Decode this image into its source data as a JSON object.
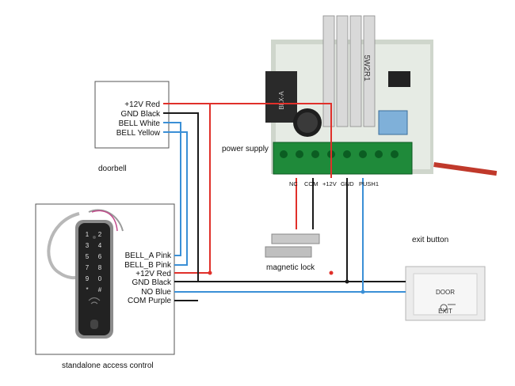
{
  "doorbell": {
    "title": "doorbell",
    "terminals": [
      "+12V  Red",
      "GND  Black",
      "BELL  White",
      "BELL  Yellow"
    ]
  },
  "power_supply": {
    "title": "power supply",
    "terminals": [
      "NC",
      "COM",
      "+12V",
      "GND",
      "PUSH1"
    ],
    "board_text": "5W2R1"
  },
  "access_control": {
    "title": "standalone access control",
    "terminals": [
      "BELL_A  Pink",
      "BELL_B  Pink",
      "+12V  Red",
      "GND  Black",
      "NO  Blue",
      "COM  Purple"
    ],
    "keys": [
      "1",
      "2",
      "3",
      "4",
      "5",
      "6",
      "7",
      "8",
      "9",
      "*",
      "0",
      "#"
    ]
  },
  "magnetic_lock": {
    "title": "magnetic lock"
  },
  "exit_button": {
    "title": "exit button",
    "face_top": "DOOR",
    "face_bottom": "EXIT"
  },
  "colors": {
    "red": "#e0302a",
    "black": "#1a1a1a",
    "blue": "#3a8fd6",
    "box": "#555555"
  }
}
